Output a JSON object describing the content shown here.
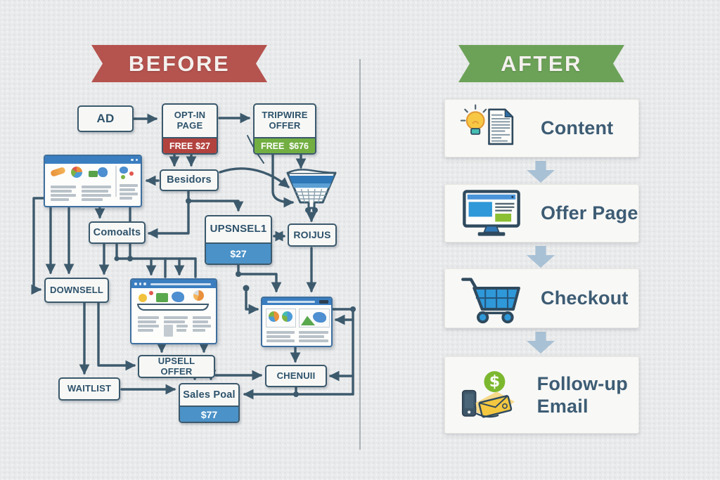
{
  "before": {
    "banner_label": "BEFORE",
    "banner_color": "#b5534f",
    "nodes": {
      "ad": "AD",
      "optin": "OPT-IN PAGE",
      "optin_free": "FREE",
      "optin_price": "$27",
      "tripwire": "TRIPWIRE OFFER",
      "tripwire_free": "FREE",
      "tripwire_price": "$676",
      "besidors": "Besidors",
      "comoalts": "Comoalts",
      "upsnsel": "UPSNSEL1",
      "upsnsel_price": "$27",
      "roijus": "ROIJUS",
      "downsell": "DOWNSELL",
      "upsell_offer": "UPSELL OFFER",
      "chenui": "CHENUII",
      "waitlist": "WAITLIST",
      "sales_poal": "Sales Poal",
      "sales_price": "$77"
    },
    "icons": {
      "browser1": "webpage-analytics-thumbnail-icon",
      "browser2": "webpage-products-thumbnail-icon",
      "browser3": "webpage-report-thumbnail-icon",
      "funnel": "sales-funnel-icon"
    }
  },
  "after": {
    "banner_label": "AFTER",
    "banner_color": "#6ca258",
    "dollar_glyph": "$",
    "steps": [
      {
        "label": "Content",
        "icon": "lightbulb-document-icon"
      },
      {
        "label": "Offer Page",
        "icon": "offer-page-monitor-icon"
      },
      {
        "label": "Checkout",
        "icon": "shopping-cart-icon"
      },
      {
        "label": "Follow-up Email",
        "icon": "money-hand-email-icon"
      }
    ]
  },
  "colors": {
    "background": "#e9eaeb",
    "node_border": "#3b596c",
    "node_text": "#2e526b",
    "connector": "#3d5a6d",
    "price_red": "#b2423e",
    "price_green": "#72ae41",
    "price_blue": "#4b92c8",
    "flow_arrow": "#a9c1d5",
    "divider": "#9fa8ae"
  }
}
